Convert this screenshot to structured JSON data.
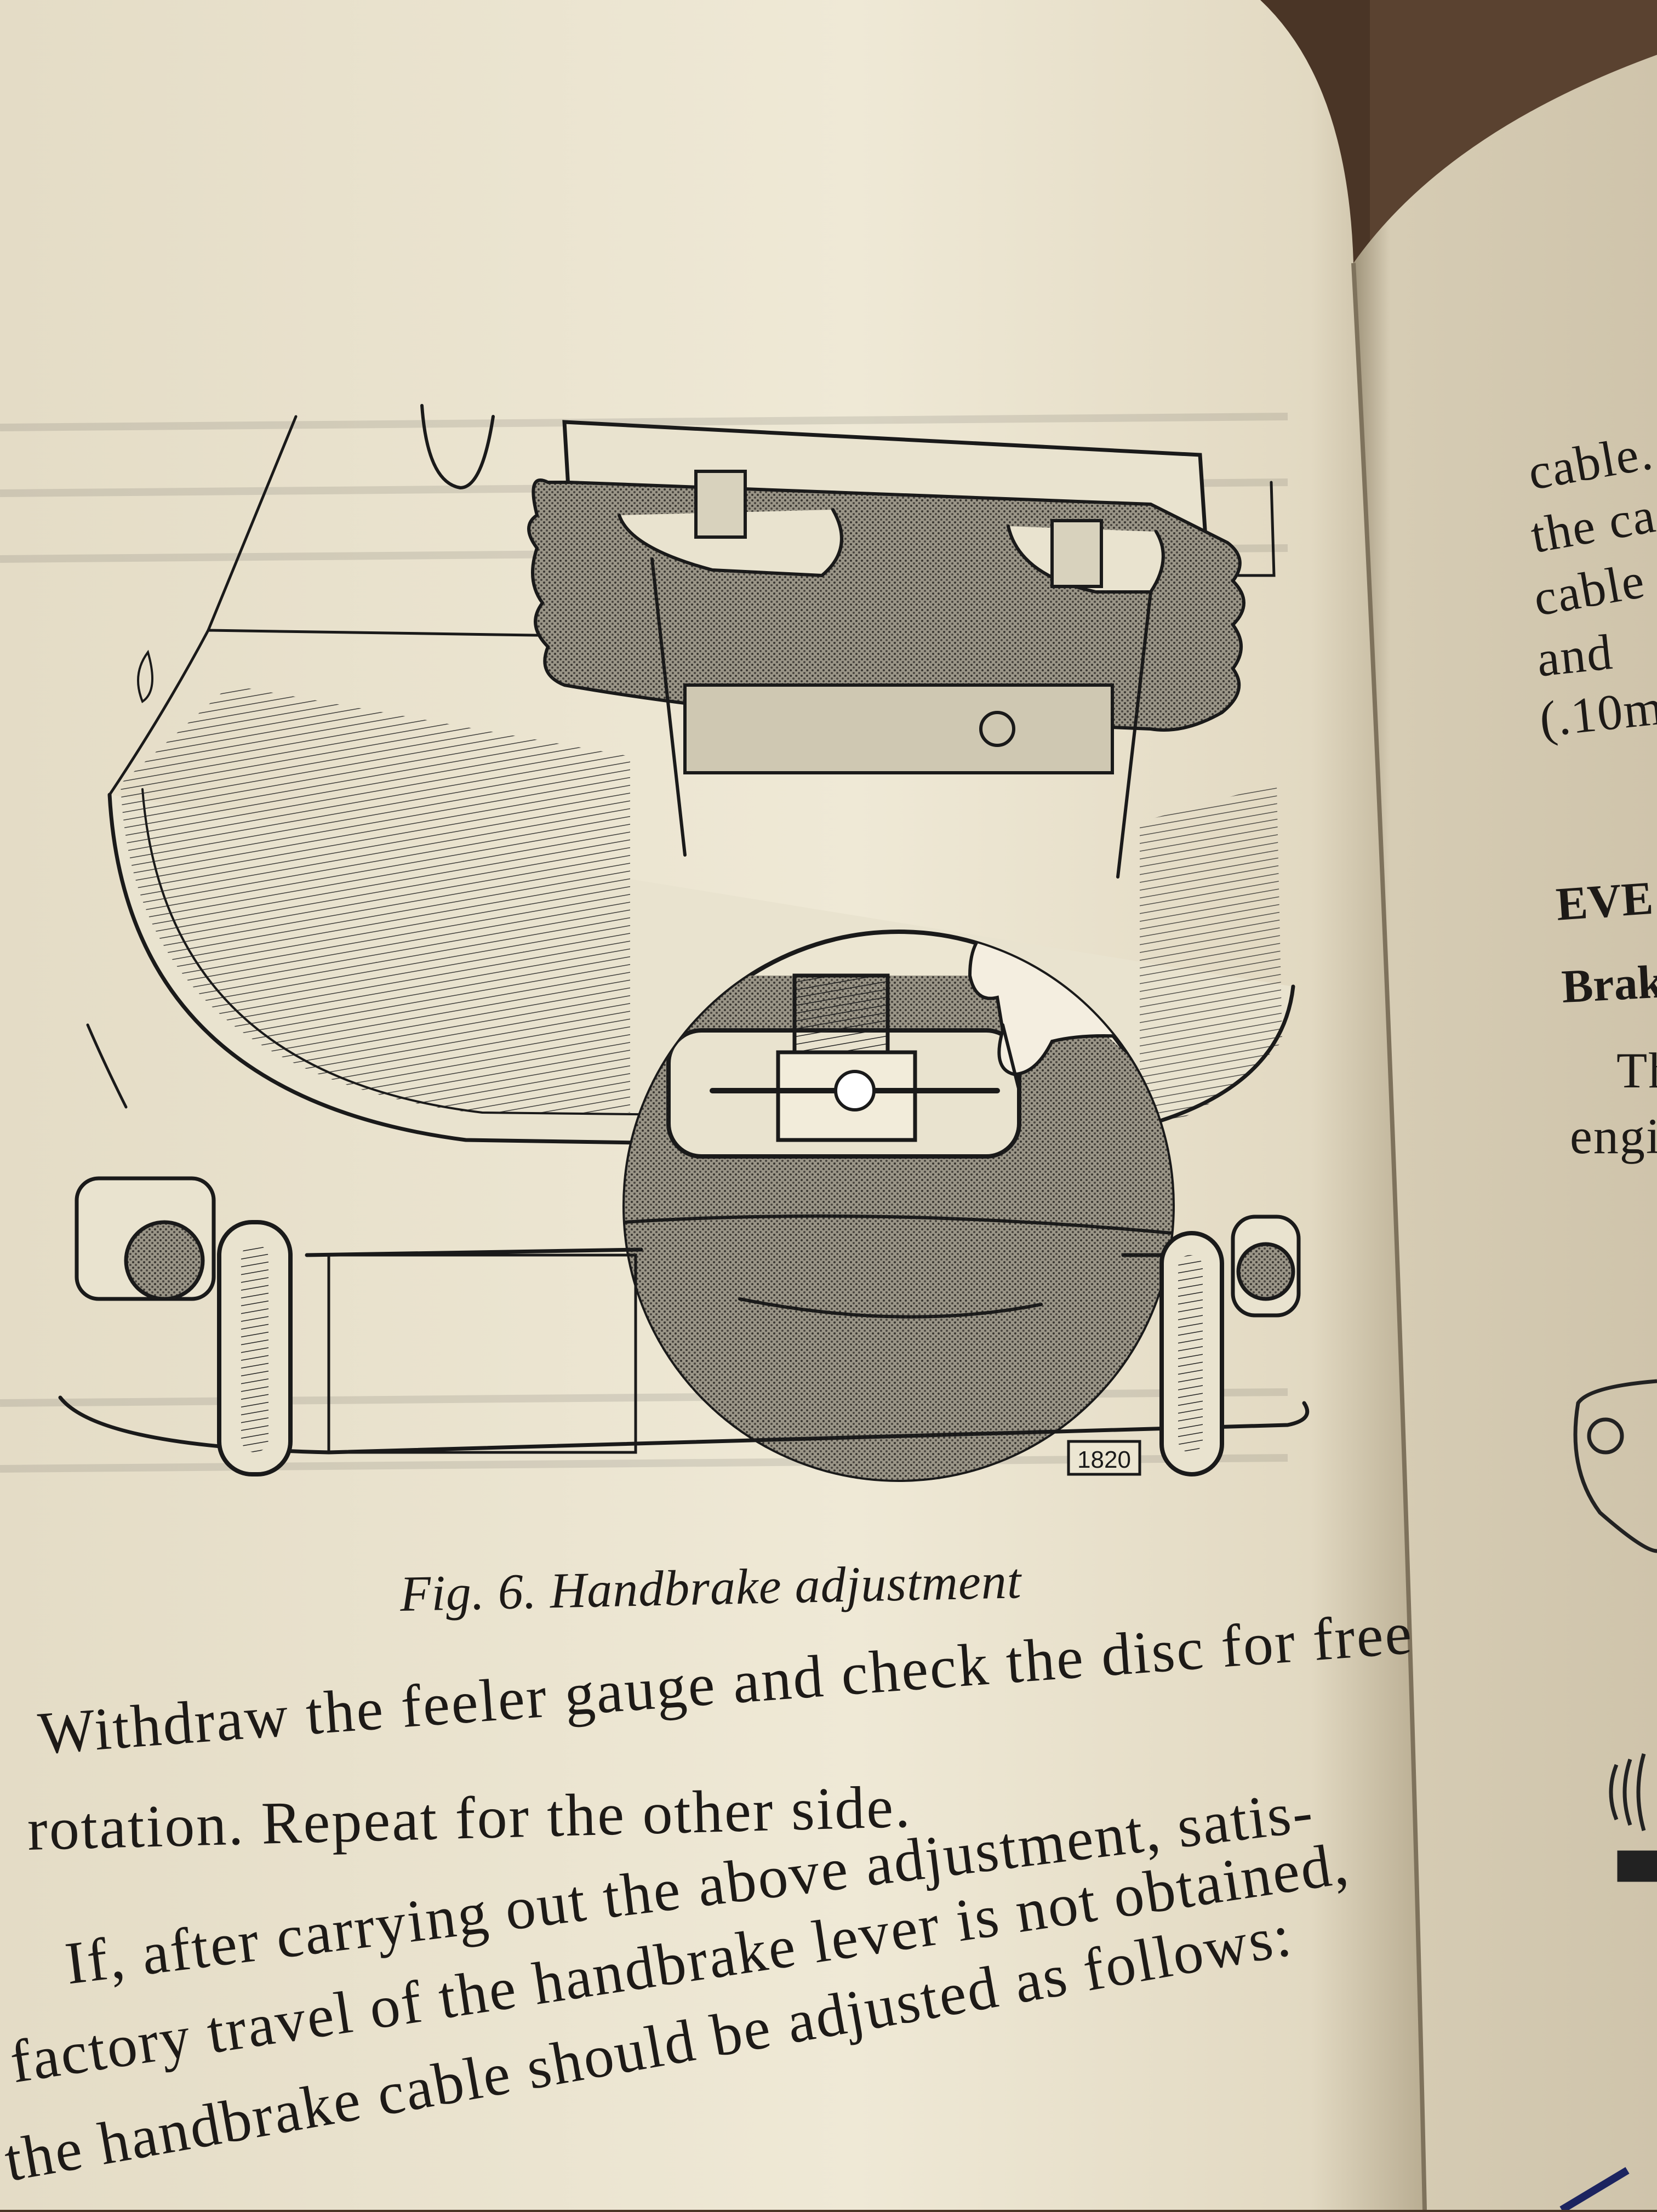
{
  "figure": {
    "number_label": "1820",
    "caption": "Fig. 6.  Handbrake adjustment"
  },
  "left_page": {
    "paragraph1": [
      "Withdraw the feeler gauge and check the disc for free",
      "rotation.  Repeat for the other side."
    ],
    "paragraph2": [
      "If, after carrying out the above adjustment, satis-",
      "factory travel of the handbrake lever is not obtained,",
      "the handbrake cable should be adjusted as follows:"
    ]
  },
  "right_page": {
    "fragments": [
      "cable.",
      "the ca",
      "cable",
      "and",
      "(.10m"
    ],
    "heading_fragment": "EVE",
    "subheading_fragment": "Brak",
    "body_fragments": [
      "Th",
      "engi"
    ]
  },
  "colors": {
    "table_wood": "#4a3526",
    "paper_left": "#ece6d2",
    "paper_right": "#d9d0ba",
    "ink": "#1d1a17"
  }
}
